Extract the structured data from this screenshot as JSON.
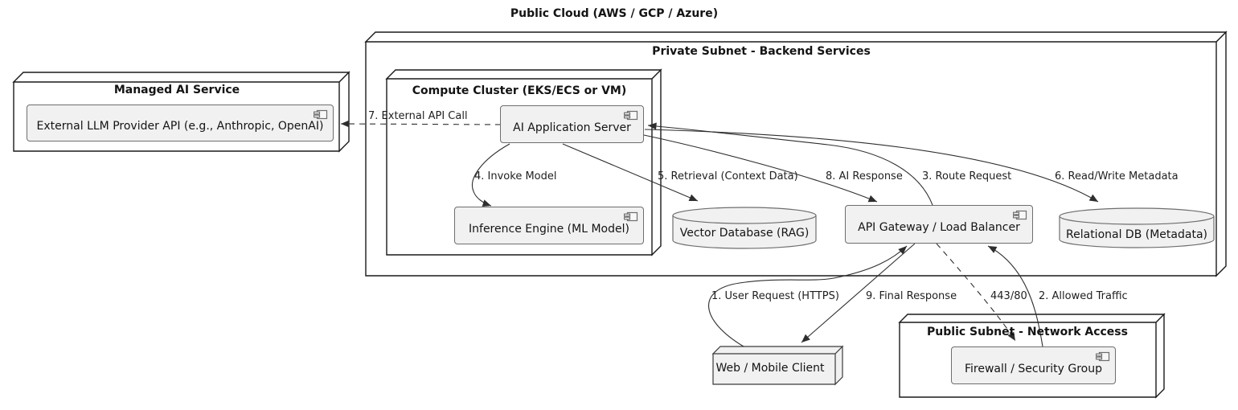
{
  "diagram": {
    "kind": "component-architecture-diagram",
    "title": "Public Cloud (AWS / GCP / Azure)"
  },
  "nodes": {
    "managed_ai": {
      "title": "Managed AI Service"
    },
    "private_subnet": {
      "title": "Private Subnet - Backend Services"
    },
    "compute_cluster": {
      "title": "Compute Cluster (EKS/ECS or VM)"
    },
    "public_subnet": {
      "title": "Public Subnet - Network Access"
    },
    "web_client": {
      "label": "Web / Mobile Client"
    }
  },
  "components": {
    "external_llm": {
      "label": "External LLM Provider API (e.g., Anthropic, OpenAI)",
      "parent": "Managed AI Service"
    },
    "ai_app_server": {
      "label": "AI Application Server",
      "parent": "Compute Cluster (EKS/ECS or VM)"
    },
    "inference_engine": {
      "label": "Inference Engine (ML Model)",
      "parent": "Compute Cluster (EKS/ECS or VM)"
    },
    "api_gateway": {
      "label": "API Gateway / Load Balancer",
      "parent": "Private Subnet - Backend Services"
    },
    "firewall": {
      "label": "Firewall / Security Group",
      "parent": "Public Subnet - Network Access"
    }
  },
  "databases": {
    "vector_db": {
      "label": "Vector Database (RAG)",
      "parent": "Private Subnet - Backend Services"
    },
    "relational_db": {
      "label": "Relational DB (Metadata)",
      "parent": "Private Subnet - Backend Services"
    }
  },
  "edges": [
    {
      "label": "1. User Request (HTTPS)",
      "from": "Web / Mobile Client",
      "to": "API Gateway / Load Balancer",
      "line": "solid"
    },
    {
      "label": "2. Allowed Traffic",
      "from": "Firewall / Security Group",
      "to": "API Gateway / Load Balancer",
      "line": "solid"
    },
    {
      "label": "3. Route Request",
      "from": "API Gateway / Load Balancer",
      "to": "AI Application Server",
      "line": "solid"
    },
    {
      "label": "4. Invoke Model",
      "from": "AI Application Server",
      "to": "Inference Engine (ML Model)",
      "line": "solid"
    },
    {
      "label": "5. Retrieval (Context Data)",
      "from": "AI Application Server",
      "to": "Vector Database (RAG)",
      "line": "solid"
    },
    {
      "label": "6. Read/Write Metadata",
      "from": "AI Application Server",
      "to": "Relational DB (Metadata)",
      "line": "solid"
    },
    {
      "label": "7. External API Call",
      "from": "AI Application Server",
      "to": "External LLM Provider API (e.g., Anthropic, OpenAI)",
      "line": "dashed"
    },
    {
      "label": "8. AI Response",
      "from": "AI Application Server",
      "to": "API Gateway / Load Balancer",
      "line": "solid"
    },
    {
      "label": "9. Final Response",
      "from": "API Gateway / Load Balancer",
      "to": "Web / Mobile Client",
      "line": "solid"
    },
    {
      "label": "443/80",
      "from": "API Gateway / Load Balancer",
      "to": "Firewall / Security Group",
      "line": "dashed"
    }
  ],
  "colors": {
    "background": "#ffffff",
    "component_fill": "#f1f1f1",
    "component_border": "#6e6e6e",
    "node_border": "#1a1a1a",
    "edge_line": "#2e2e2e",
    "text": "#141414"
  }
}
